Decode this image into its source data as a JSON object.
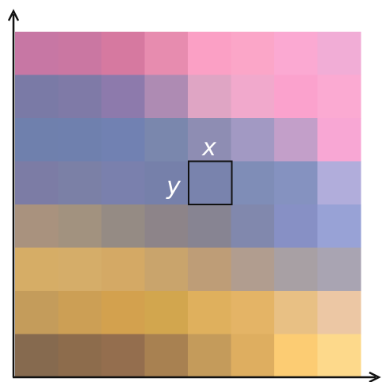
{
  "diagram": {
    "grid": {
      "rows": 8,
      "cols": 8,
      "colors": [
        [
          "#c777a4",
          "#ca77a2",
          "#d679a0",
          "#e78caf",
          "#fba0c5",
          "#fba6c8",
          "#fba9d2",
          "#f1add6"
        ],
        [
          "#7a7aa6",
          "#7f7aa7",
          "#8d7aac",
          "#ae8bb3",
          "#dfa5c4",
          "#f1a9cc",
          "#fba2cd",
          "#fbaad2"
        ],
        [
          "#6f80ad",
          "#6f80ae",
          "#7181b2",
          "#7a87ad",
          "#8e8db3",
          "#a299c3",
          "#c39fc9",
          "#f8a7d4"
        ],
        [
          "#7c7ca5",
          "#7b80a6",
          "#7a80ad",
          "#7680aa",
          "#7983ad",
          "#7f8db7",
          "#8592c0",
          "#b1addb"
        ],
        [
          "#a9927e",
          "#a2927f",
          "#958b84",
          "#8d8489",
          "#878492",
          "#8188ad",
          "#8790c5",
          "#98a2d6"
        ],
        [
          "#d6ad66",
          "#d5ad69",
          "#d4a965",
          "#c9a46c",
          "#be9d77",
          "#b19d8f",
          "#a8a0a4",
          "#a9a4b2"
        ],
        [
          "#c49c5b",
          "#cc9f55",
          "#d3a14e",
          "#d2a64e",
          "#dfb05d",
          "#e4b466",
          "#e8c084",
          "#ecc7a4"
        ],
        [
          "#866a4f",
          "#8d6c4c",
          "#946e4e",
          "#a88151",
          "#c49b5b",
          "#deae60",
          "#fccc73",
          "#fdd98b"
        ]
      ]
    },
    "highlight": {
      "row": 3,
      "col": 4,
      "stroke": "#111111"
    },
    "labels": {
      "x": "x",
      "y": "y"
    },
    "axis_color": "#111111"
  }
}
